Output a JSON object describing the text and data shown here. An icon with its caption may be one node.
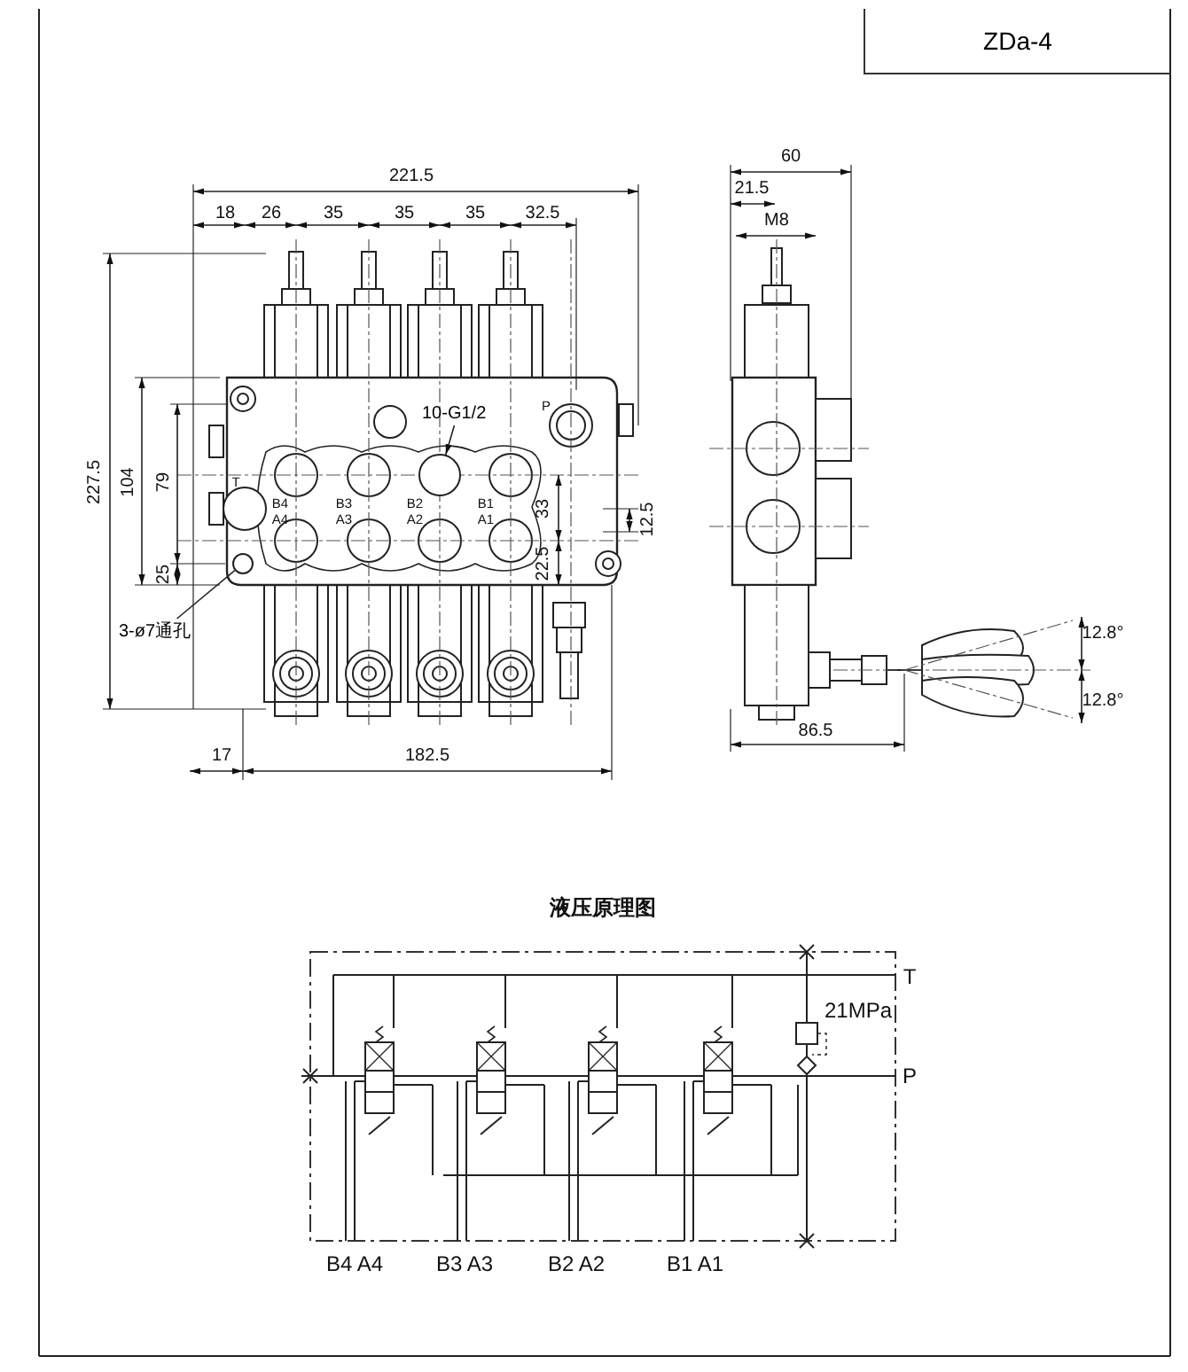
{
  "diagram": {
    "nodes": [
      {
        "text": [
          "ZDa-4"
        ]
      },
      {
        "text": [
          "10-G1/2"
        ]
      },
      {
        "text": [],
        "shape": "circle"
      },
      {
        "text": [
          "3-ø7通孔"
        ]
      },
      {
        "text": [],
        "shape": "circle"
      }
    ],
    "edges": [
      {
        "from": 1,
        "to": 2,
        "arrow": "to"
      },
      {
        "from": 3,
        "to": 4,
        "arrow": "none"
      }
    ],
    "labels": [
      "221.5",
      "18",
      "26",
      "35",
      "35",
      "35",
      "32.5",
      "227.5",
      "104",
      "79",
      "25",
      "P",
      "T",
      "B4",
      "B3",
      "B2",
      "B1",
      "A4",
      "A3",
      "A2",
      "A1",
      "33",
      "12.5",
      "22.5",
      "17",
      "182.5",
      "60",
      "21.5",
      "M8",
      "12.8°",
      "12.8°",
      "86.5",
      "液压原理图",
      "T",
      "21MPa",
      "P",
      "B4 A4",
      "B3 A3",
      "B2 A2",
      "B1 A1"
    ]
  }
}
